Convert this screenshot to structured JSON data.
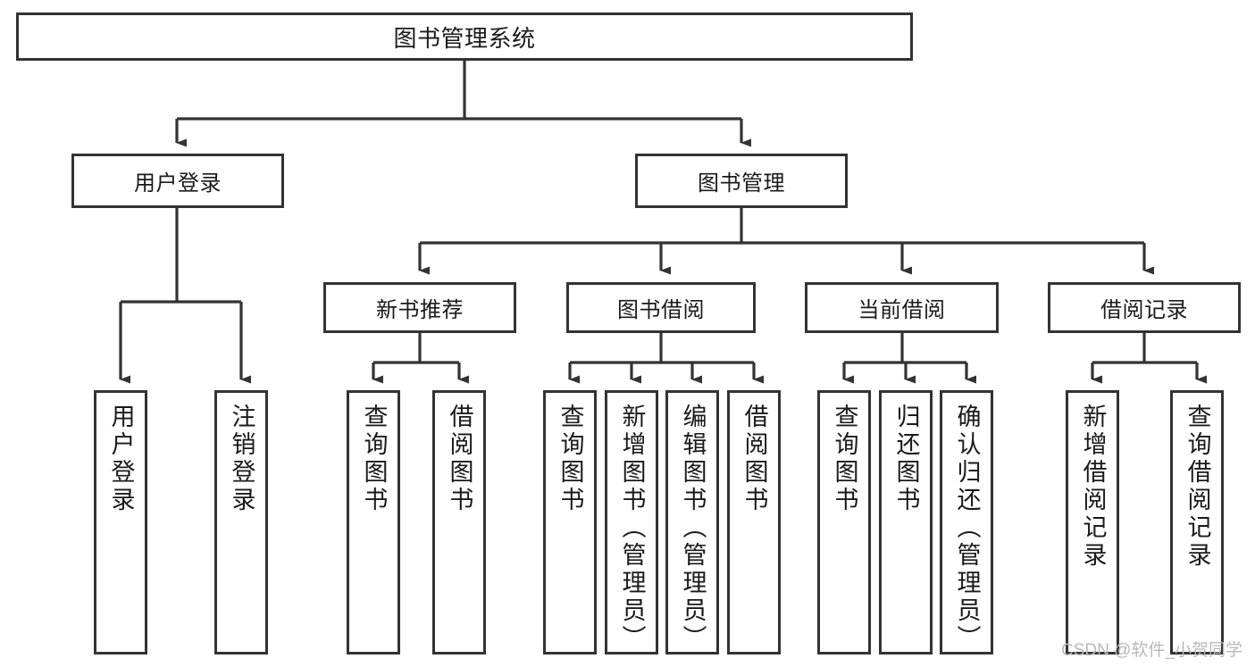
{
  "diagram": {
    "title": "图书管理系统",
    "type": "tree-hierarchy-chart",
    "colors": {
      "box_border": "#333333",
      "box_fill": "#ffffff",
      "connector": "#333333",
      "text": "#1a1a1a",
      "watermark": "#b9b9b9",
      "background": "#ffffff"
    },
    "nodes": {
      "root": {
        "label": "图书管理系统"
      },
      "level1": [
        {
          "id": "user-login",
          "label": "用户登录"
        },
        {
          "id": "book-manage",
          "label": "图书管理"
        }
      ],
      "level2": [
        {
          "id": "new-book-recommend",
          "label": "新书推荐"
        },
        {
          "id": "book-borrow",
          "label": "图书借阅"
        },
        {
          "id": "current-borrow",
          "label": "当前借阅"
        },
        {
          "id": "borrow-record",
          "label": "借阅记录"
        }
      ],
      "leaves": {
        "user_login": [
          {
            "id": "leaf-user-login",
            "label": "用户登录"
          },
          {
            "id": "leaf-logout",
            "label": "注销登录"
          }
        ],
        "new_book_recommend": [
          {
            "id": "leaf-query-book-1",
            "label": "查询图书"
          },
          {
            "id": "leaf-borrow-book-1",
            "label": "借阅图书"
          }
        ],
        "book_borrow": [
          {
            "id": "leaf-query-book-2",
            "label": "查询图书"
          },
          {
            "id": "leaf-add-book",
            "label": "新增图书（管理员）"
          },
          {
            "id": "leaf-edit-book",
            "label": "编辑图书（管理员）"
          },
          {
            "id": "leaf-borrow-book-2",
            "label": "借阅图书"
          }
        ],
        "current_borrow": [
          {
            "id": "leaf-query-book-3",
            "label": "查询图书"
          },
          {
            "id": "leaf-return-book",
            "label": "归还图书"
          },
          {
            "id": "leaf-confirm-return",
            "label": "确认归还（管理员）"
          }
        ],
        "borrow_record": [
          {
            "id": "leaf-add-record",
            "label": "新增借阅记录"
          },
          {
            "id": "leaf-query-record",
            "label": "查询借阅记录"
          }
        ]
      }
    },
    "watermark": "CSDN @软件_小贺同学"
  }
}
